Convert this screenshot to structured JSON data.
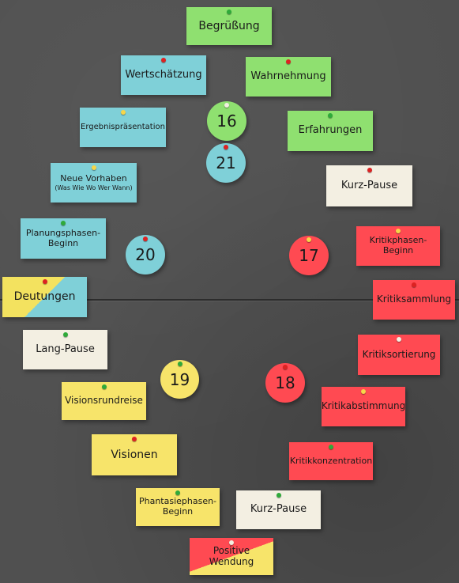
{
  "cards": {
    "begruessung": "Begrüßung",
    "wertschaetzung": "Wertschätzung",
    "wahrnehmung": "Wahrnehmung",
    "ergebnispraesentation": "Ergebnispräsentation",
    "erfahrungen": "Erfahrungen",
    "neue_vorhaben_line1": "Neue Vorhaben",
    "neue_vorhaben_line2": "(Was Wie Wo Wer Wann)",
    "kurz_pause_top": "Kurz-Pause",
    "planungsphasen_line1": "Planungsphasen-",
    "planungsphasen_line2": "Beginn",
    "kritikphasen_beginn": "Kritikphasen-Beginn",
    "deutungen": "Deutungen",
    "kritiksammlung": "Kritiksammlung",
    "lang_pause": "Lang-Pause",
    "kritiksortierung": "Kritiksortierung",
    "visionsrundreise": "Visionsrundreise",
    "kritikabstimmung": "Kritikabstimmung",
    "visionen": "Visionen",
    "kritikkonzentration": "Kritikkonzentration",
    "phantasiephasen_line1": "Phantasiephasen-",
    "phantasiephasen_line2": "Beginn",
    "kurz_pause_bottom": "Kurz-Pause",
    "positive_wendung": "Positive Wendung"
  },
  "circles": {
    "n16": "16",
    "n21": "21",
    "n20": "20",
    "n17": "17",
    "n19": "19",
    "n18": "18"
  },
  "colors": {
    "green": "#8fe070",
    "cyan": "#7fd0d8",
    "cream": "#f3efe2",
    "yellow": "#f7e46a",
    "red": "#ff4a52",
    "board": "#505050"
  }
}
